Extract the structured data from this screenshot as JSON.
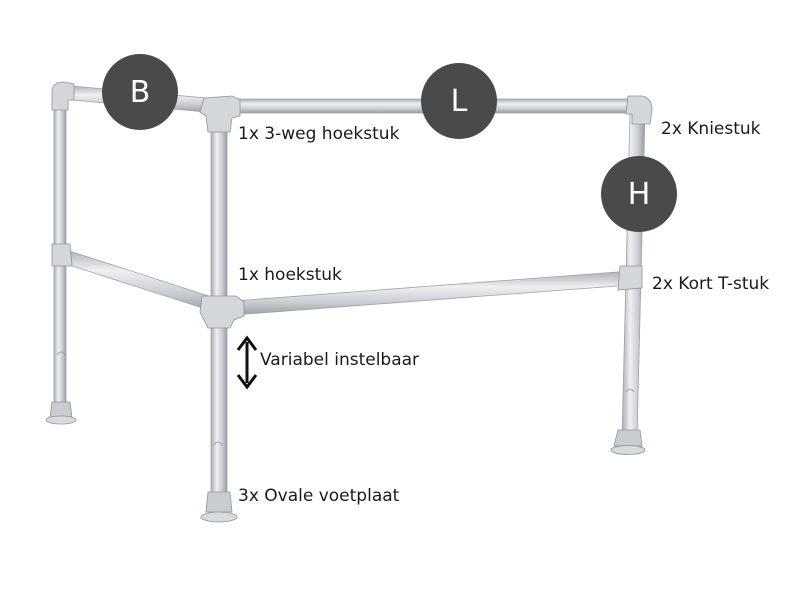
{
  "badges": {
    "width": "B",
    "length": "L",
    "height": "H"
  },
  "labels": {
    "three_way_corner": "1x 3-weg hoekstuk",
    "elbow": "2x Kniestuk",
    "corner": "1x hoekstuk",
    "short_tee": "2x Kort T-stuk",
    "adjustable": "Variabel instelbaar",
    "foot_plate": "3x Ovale voetplaat"
  },
  "colors": {
    "tube": "#c9cdd1",
    "tube_highlight": "#eef0f2",
    "tube_shadow": "#9ea3a8",
    "badge": "#4a4a4a",
    "text": "#1a1a1a"
  }
}
